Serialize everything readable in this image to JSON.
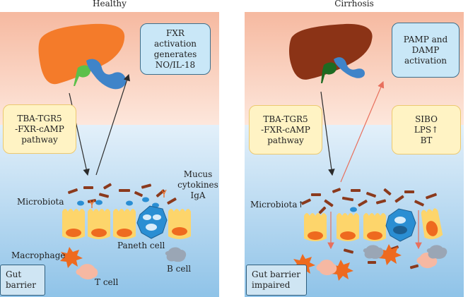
{
  "panels": {
    "healthy": {
      "title": "Healthy",
      "liver_box": [
        "FXR",
        "activation",
        "generates",
        "NO/IL-18"
      ],
      "pathway_box": [
        "TBA-TGR5",
        "-FXR-cAMP",
        "pathway"
      ],
      "microbiota_label": "Microbiota",
      "mucus_label": [
        "Mucus",
        "cytokines",
        "IgA"
      ],
      "paneth_label": "Paneth cell",
      "macrophage_label": "Macrophage",
      "tcell_label": "T cell",
      "bcell_label": "B cell",
      "barrier_box": [
        "Gut",
        "barrier"
      ]
    },
    "cirrhosis": {
      "title": "Cirrhosis",
      "liver_box": [
        "PAMP and",
        "DAMP",
        "activation"
      ],
      "pathway_box": [
        "TBA-TGR5",
        "-FXR-cAMP",
        "pathway"
      ],
      "sibo_box": [
        "SIBO",
        "LPS↑",
        "BT"
      ],
      "microbiota_label": "Microbiota↑",
      "barrier_box": [
        "Gut barrier",
        "impaired"
      ]
    }
  },
  "colors": {
    "liver_bg_top": "#f6b9a0",
    "gut_bg_bottom": "#8fc3e8",
    "liver_healthy": "#f47b2a",
    "liver_cirrhosis": "#8b3316",
    "gallbladder_healthy": "#5cc04a",
    "gallbladder_cirrhosis": "#1e6b22",
    "duct": "#3f84c9",
    "enterocyte": "#fdd56b",
    "nucleus": "#ee6a1f",
    "paneth": "#2a8ed3",
    "bacteria": "#8b3a1d",
    "macrophage": "#ee6a1f",
    "tcell": "#f6b8a2",
    "bcell": "#9aa6b5",
    "arrow_normal": "#2b2b2b",
    "arrow_red": "#e8705d"
  },
  "icons": [
    "liver-icon",
    "gallbladder-icon",
    "bile-duct-icon",
    "enterocyte-icon",
    "paneth-cell-icon",
    "bacteria-icon",
    "macrophage-icon",
    "t-cell-icon",
    "b-cell-icon",
    "igA-icon"
  ]
}
